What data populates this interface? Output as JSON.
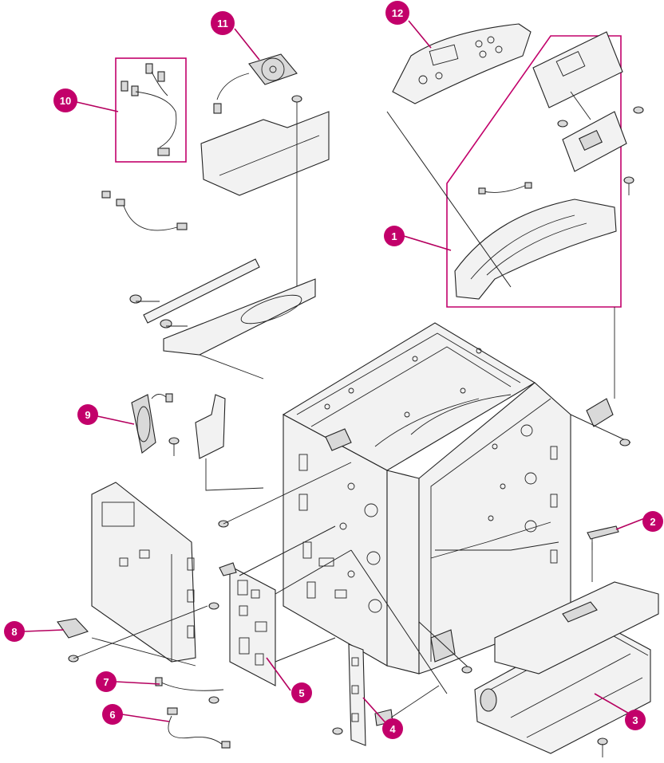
{
  "callouts": [
    {
      "id": "callout-1",
      "label": "1"
    },
    {
      "id": "callout-2",
      "label": "2"
    },
    {
      "id": "callout-3",
      "label": "3"
    },
    {
      "id": "callout-4",
      "label": "4"
    },
    {
      "id": "callout-5",
      "label": "5"
    },
    {
      "id": "callout-6",
      "label": "6"
    },
    {
      "id": "callout-7",
      "label": "7"
    },
    {
      "id": "callout-8",
      "label": "8"
    },
    {
      "id": "callout-9",
      "label": "9"
    },
    {
      "id": "callout-10",
      "label": "10"
    },
    {
      "id": "callout-11",
      "label": "11"
    },
    {
      "id": "callout-12",
      "label": "12"
    }
  ],
  "colors": {
    "callout_fill": "#c2006a",
    "callout_text": "#ffffff",
    "line_art": "#222222",
    "background": "#ffffff"
  }
}
